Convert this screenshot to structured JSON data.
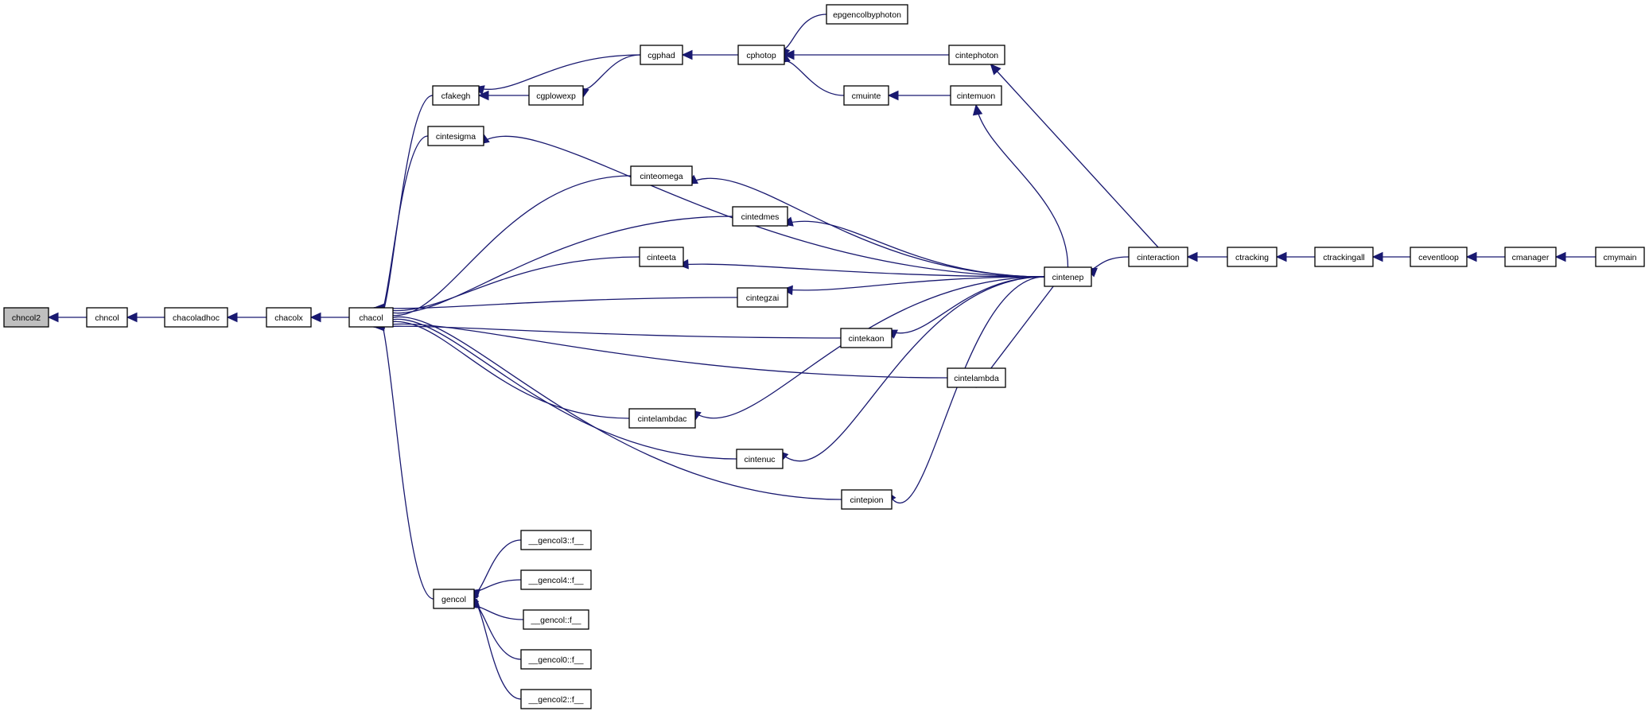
{
  "nodes": {
    "chncol2": "chncol2",
    "chncol": "chncol",
    "chacoladhoc": "chacoladhoc",
    "chacolx": "chacolx",
    "chacol": "chacol",
    "cfakegh": "cfakegh",
    "cgplowexp": "cgplowexp",
    "cgphad": "cgphad",
    "cphotop": "cphotop",
    "epgencolbyphoton": "epgencolbyphoton",
    "cintephoton": "cintephoton",
    "cmuinte": "cmuinte",
    "cintemuon": "cintemuon",
    "cintesigma": "cintesigma",
    "cinteomega": "cinteomega",
    "cintedmes": "cintedmes",
    "cinteeta": "cinteeta",
    "cintegzai": "cintegzai",
    "cintekaon": "cintekaon",
    "cintelambda": "cintelambda",
    "cintelambdac": "cintelambdac",
    "cintenuc": "cintenuc",
    "cintepion": "cintepion",
    "cintenep": "cintenep",
    "cinteraction": "cinteraction",
    "ctracking": "ctracking",
    "ctrackingall": "ctrackingall",
    "ceventloop": "ceventloop",
    "cmanager": "cmanager",
    "cmymain": "cmymain",
    "gencol": "gencol",
    "gencol3": "__gencol3::f__",
    "gencol4": "__gencol4::f__",
    "gencolf": "__gencol::f__",
    "gencol0": "__gencol0::f__",
    "gencol2": "__gencol2::f__"
  },
  "edges": [
    [
      "chncol",
      "chncol2"
    ],
    [
      "chacoladhoc",
      "chncol"
    ],
    [
      "chacolx",
      "chacoladhoc"
    ],
    [
      "chacol",
      "chacolx"
    ],
    [
      "cfakegh",
      "chacol"
    ],
    [
      "cintesigma",
      "chacol"
    ],
    [
      "cinteomega",
      "chacol"
    ],
    [
      "cintedmes",
      "chacol"
    ],
    [
      "cinteeta",
      "chacol"
    ],
    [
      "cintegzai",
      "chacol"
    ],
    [
      "cintekaon",
      "chacol"
    ],
    [
      "cintelambda",
      "chacol"
    ],
    [
      "cintelambdac",
      "chacol"
    ],
    [
      "cintenuc",
      "chacol"
    ],
    [
      "cintepion",
      "chacol"
    ],
    [
      "gencol",
      "chacol"
    ],
    [
      "cgphad",
      "cfakegh"
    ],
    [
      "cgplowexp",
      "cfakegh"
    ],
    [
      "cgphad",
      "cgplowexp"
    ],
    [
      "cphotop",
      "cgphad"
    ],
    [
      "epgencolbyphoton",
      "cphotop"
    ],
    [
      "cintephoton",
      "cphotop"
    ],
    [
      "cmuinte",
      "cphotop"
    ],
    [
      "cintemuon",
      "cmuinte"
    ],
    [
      "cintenep",
      "cintemuon"
    ],
    [
      "cintenep",
      "cintesigma"
    ],
    [
      "cintenep",
      "cinteomega"
    ],
    [
      "cintenep",
      "cintedmes"
    ],
    [
      "cintenep",
      "cinteeta"
    ],
    [
      "cintenep",
      "cintegzai"
    ],
    [
      "cintenep",
      "cintekaon"
    ],
    [
      "cintenep",
      "cintelambda"
    ],
    [
      "cintenep",
      "cintelambdac"
    ],
    [
      "cintenep",
      "cintenuc"
    ],
    [
      "cintenep",
      "cintepion"
    ],
    [
      "cinteraction",
      "cintephoton"
    ],
    [
      "cinteraction",
      "cintenep"
    ],
    [
      "ctracking",
      "cinteraction"
    ],
    [
      "ctrackingall",
      "ctracking"
    ],
    [
      "ceventloop",
      "ctrackingall"
    ],
    [
      "cmanager",
      "ceventloop"
    ],
    [
      "cmymain",
      "cmanager"
    ],
    [
      "gencol3",
      "gencol"
    ],
    [
      "gencol4",
      "gencol"
    ],
    [
      "gencolf",
      "gencol"
    ],
    [
      "gencol0",
      "gencol"
    ],
    [
      "gencol2",
      "gencol"
    ]
  ],
  "colors": {
    "edge": "#191970",
    "root_fill": "#bfbfbf",
    "node_fill": "#ffffff",
    "node_border": "#000000"
  }
}
